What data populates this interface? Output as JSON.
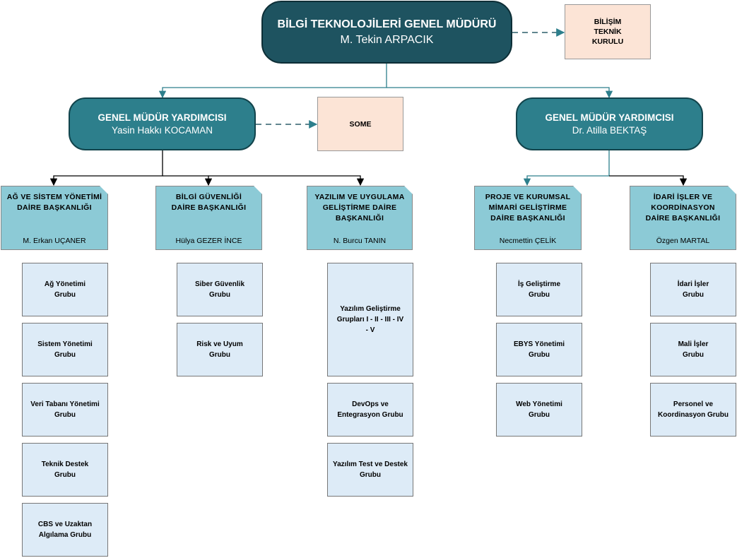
{
  "general_manager": {
    "title": "BİLGİ TEKNOLOJİLERİ GENEL MÜDÜRÜ",
    "name": "M. Tekin ARPACIK"
  },
  "board": {
    "label": "BİLİŞİM TEKNİK KURULU"
  },
  "deputies": [
    {
      "title": "GENEL MÜDÜR YARDIMCISI",
      "name": "Yasin Hakkı KOCAMAN"
    },
    {
      "title": "GENEL MÜDÜR YARDIMCISI",
      "name": "Dr. Atilla BEKTAŞ"
    }
  ],
  "some": {
    "label": "SOME"
  },
  "departments": [
    {
      "title": "AĞ VE SİSTEM YÖNETİMİ DAİRE BAŞKANLIĞI",
      "head": "M. Erkan UÇANER",
      "groups": [
        "Ağ Yönetimi Grubu",
        "Sistem Yönetimi Grubu",
        "Veri Tabanı Yönetimi Grubu",
        "Teknik Destek Grubu",
        "CBS ve Uzaktan Algılama Grubu"
      ]
    },
    {
      "title": "BİLGİ GÜVENLİĞİ DAİRE BAŞKANLIĞI",
      "head": "Hülya GEZER İNCE",
      "groups": [
        "Siber Güvenlik Grubu",
        "Risk ve Uyum Grubu"
      ]
    },
    {
      "title": "YAZILIM VE UYGULAMA GELİŞTİRME DAİRE BAŞKANLIĞI",
      "head": "N. Burcu TANIN",
      "groups": [
        "Yazılım Geliştirme Grupları I - II - III - IV - V",
        "DevOps ve Entegrasyon Grubu",
        "Yazılım Test ve Destek Grubu"
      ]
    },
    {
      "title": "PROJE VE KURUMSAL MİMARİ GELİŞTİRME DAİRE BAŞKANLIĞI",
      "head": "Necmettin ÇELİK",
      "groups": [
        "İş Geliştirme Grubu",
        "EBYS Yönetimi Grubu",
        "Web Yönetimi Grubu"
      ]
    },
    {
      "title": "İDARİ İŞLER VE KOORDİNASYON DAİRE BAŞKANLIĞI",
      "head": "Özgen MARTAL",
      "groups": [
        "İdari İşler Grubu",
        "Mali İşler Grubu",
        "Personel ve Koordinasyon Grubu"
      ]
    }
  ]
}
